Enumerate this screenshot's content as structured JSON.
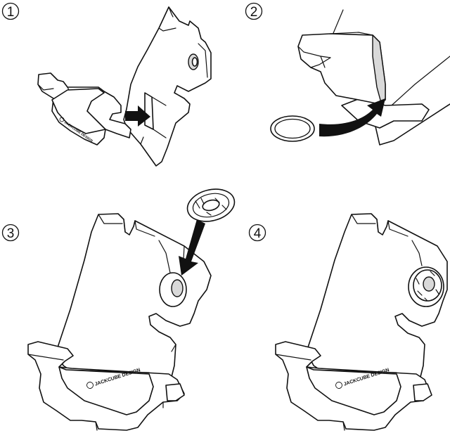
{
  "steps": [
    {
      "number": "1"
    },
    {
      "number": "2"
    },
    {
      "number": "3"
    },
    {
      "number": "4"
    }
  ],
  "brand_text": "JACKCUBE DESIGN",
  "colors": {
    "line": "#111111",
    "background": "#ffffff",
    "shade": "#d9d9d9"
  }
}
